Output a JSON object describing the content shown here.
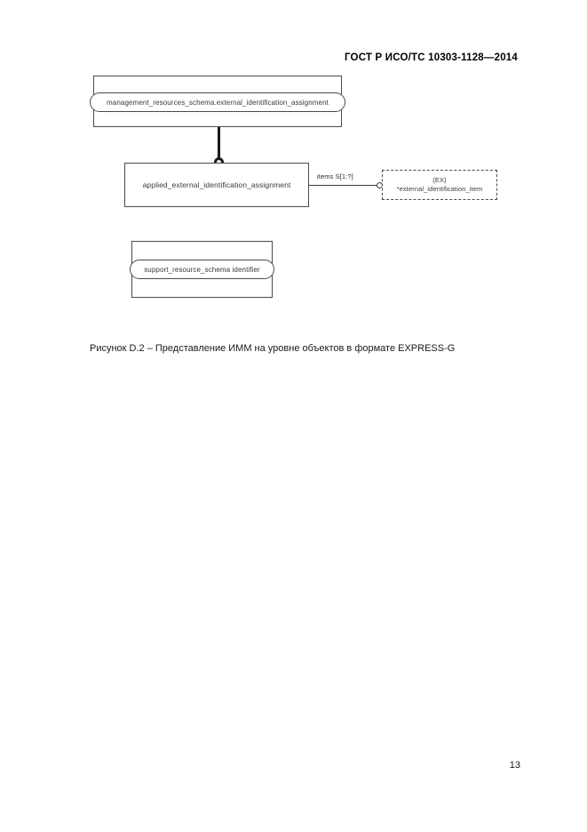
{
  "document": {
    "header": "ГОСТ Р ИСО/ТС 10303-1128—2014",
    "page_number": "13",
    "caption": "Рисунок D.2 –  Представление ИММ на уровне объектов в формате EXPRESS-G"
  },
  "diagram": {
    "type": "EXPRESS-G object level diagram",
    "schema_box": {
      "entity_label": "management_resources_schema.external_identification_assignment"
    },
    "applied_box": {
      "entity_label": "applied_external_identification_assignment"
    },
    "support_box": {
      "entity_label": "support_resource_schema identifier"
    },
    "select_box": {
      "tag": "(EX)",
      "entity_label": "*external_identification_item"
    },
    "relationships": [
      {
        "label": "items S[1:?]",
        "from": "applied_external_identification_assignment",
        "to": "*external_identification_item"
      }
    ]
  }
}
